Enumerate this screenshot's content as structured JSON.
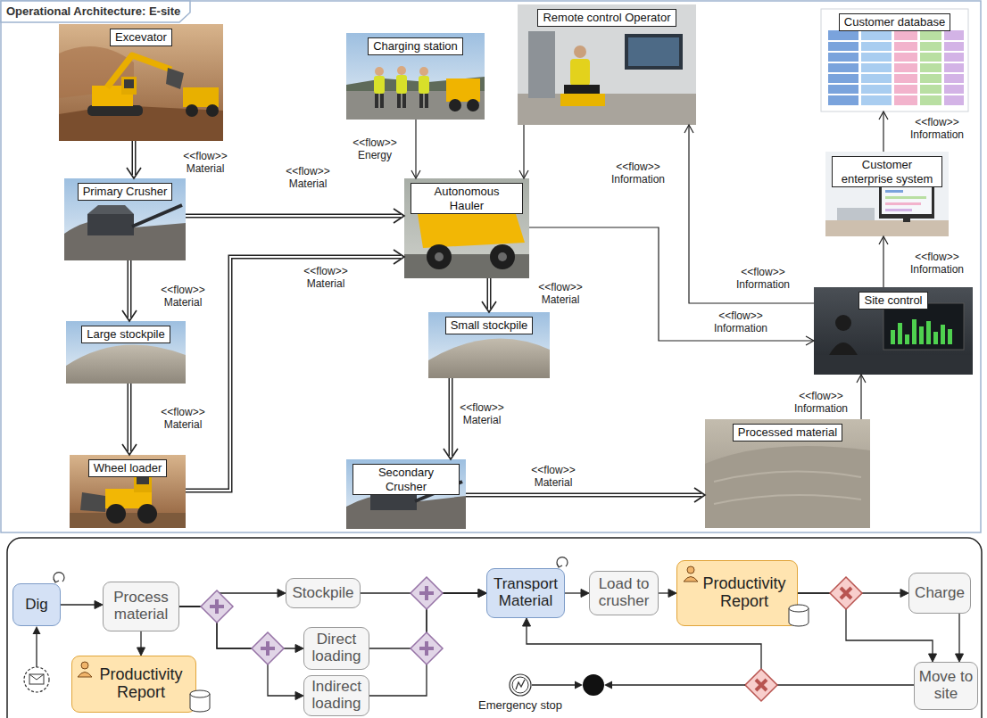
{
  "diagram": {
    "title": "Operational Architecture: E-site",
    "nodes": [
      {
        "text": [
          "Excevator"
        ]
      },
      {
        "text": [
          "Charging station"
        ]
      },
      {
        "text": [
          "Remote control Operator"
        ]
      },
      {
        "text": [
          "Customer database"
        ]
      },
      {
        "text": [
          "Primary Crusher"
        ]
      },
      {
        "text": [
          "Autonomous Hauler"
        ]
      },
      {
        "text": [
          "Customer enterprise system"
        ]
      },
      {
        "text": [
          "Large stockpile"
        ]
      },
      {
        "text": [
          "Small stockpile"
        ]
      },
      {
        "text": [
          "Site control"
        ]
      },
      {
        "text": [
          "Wheel loader"
        ]
      },
      {
        "text": [
          "Secondary Crusher"
        ]
      },
      {
        "text": [
          "Processed material"
        ]
      },
      {
        "text": [
          "Dig"
        ]
      },
      {
        "text": [
          "Process material"
        ]
      },
      {
        "text": [
          "Productivity Report"
        ]
      },
      {
        "text": [
          "Stockpile"
        ]
      },
      {
        "text": [
          "Direct loading"
        ]
      },
      {
        "text": [
          "Indirect loading"
        ]
      },
      {
        "text": [
          "Transport Material"
        ]
      },
      {
        "text": [
          "Load to crusher"
        ]
      },
      {
        "text": [
          "Productivity Report"
        ]
      },
      {
        "text": [
          "Charge"
        ]
      },
      {
        "text": [
          "Move to site"
        ]
      },
      {
        "text": [
          "Emergency stop"
        ]
      }
    ],
    "edges": [
      {
        "from": 0,
        "to": 4,
        "arrow": "to",
        "label": "<<flow>> Material"
      },
      {
        "from": 1,
        "to": 5,
        "arrow": "to",
        "label": "<<flow>> Energy"
      },
      {
        "from": 2,
        "to": 5,
        "arrow": "to",
        "label": "<<flow>> Information"
      },
      {
        "from": 4,
        "to": 5,
        "arrow": "to",
        "label": "<<flow>> Material"
      },
      {
        "from": 4,
        "to": 7,
        "arrow": "to",
        "label": "<<flow>> Material"
      },
      {
        "from": 7,
        "to": 10,
        "arrow": "to",
        "label": "<<flow>> Material"
      },
      {
        "from": 10,
        "to": 5,
        "arrow": "to",
        "label": "<<flow>> Material"
      },
      {
        "from": 5,
        "to": 8,
        "arrow": "to",
        "label": "<<flow>> Material"
      },
      {
        "from": 8,
        "to": 11,
        "arrow": "to",
        "label": "<<flow>> Material"
      },
      {
        "from": 11,
        "to": 12,
        "arrow": "to",
        "label": "<<flow>> Material"
      },
      {
        "from": 12,
        "to": 9,
        "arrow": "to",
        "label": "<<flow>> Information"
      },
      {
        "from": 5,
        "to": 9,
        "arrow": "to",
        "label": "<<flow>> Information"
      },
      {
        "from": 9,
        "to": 2,
        "arrow": "to",
        "label": "<<flow>> Information"
      },
      {
        "from": 9,
        "to": 6,
        "arrow": "to",
        "label": "<<flow>> Information"
      },
      {
        "from": 6,
        "to": 3,
        "arrow": "to",
        "label": "<<flow>> Information"
      },
      {
        "from": 13,
        "to": 14,
        "arrow": "to"
      },
      {
        "from": 14,
        "to": 15,
        "arrow": "to"
      },
      {
        "from": 14,
        "to": 16,
        "arrow": "to"
      },
      {
        "from": 14,
        "to": 17,
        "arrow": "to"
      },
      {
        "from": 14,
        "to": 18,
        "arrow": "to"
      },
      {
        "from": 16,
        "to": 19,
        "arrow": "to"
      },
      {
        "from": 17,
        "to": 19,
        "arrow": "to"
      },
      {
        "from": 18,
        "to": 19,
        "arrow": "to"
      },
      {
        "from": 19,
        "to": 20,
        "arrow": "to"
      },
      {
        "from": 20,
        "to": 21,
        "arrow": "to"
      },
      {
        "from": 21,
        "to": 22,
        "arrow": "to"
      },
      {
        "from": 21,
        "to": 23,
        "arrow": "to"
      },
      {
        "from": 22,
        "to": 23,
        "arrow": "to"
      },
      {
        "from": 23,
        "to": 19,
        "arrow": "to"
      }
    ]
  }
}
